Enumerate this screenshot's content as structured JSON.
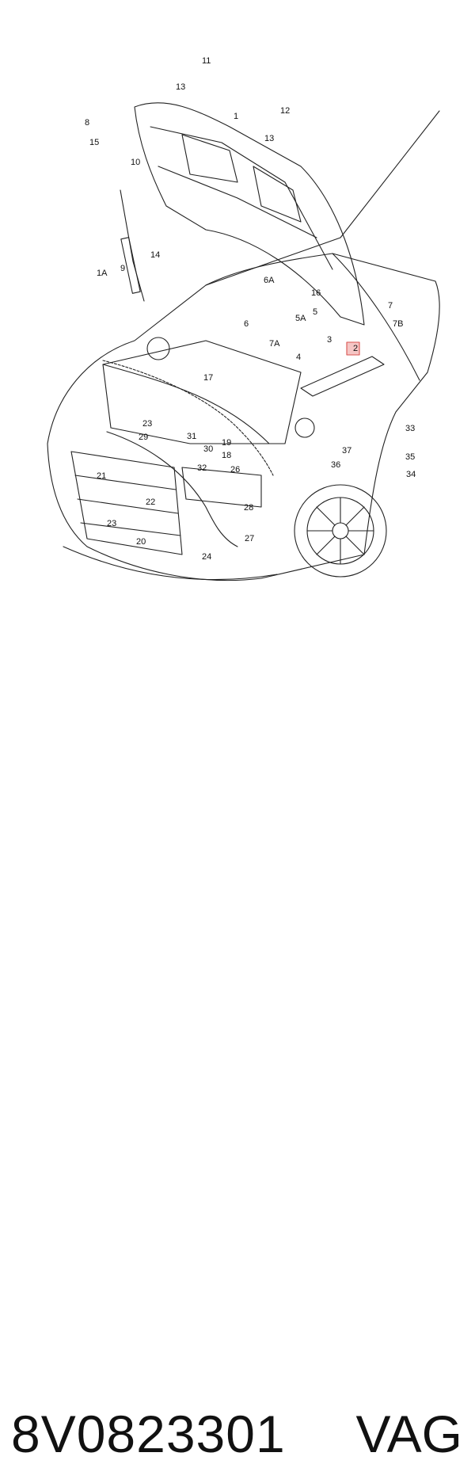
{
  "diagram": {
    "highlight_color": "#d9534f",
    "callouts": [
      "11",
      "13",
      "1",
      "12",
      "13",
      "8",
      "15",
      "10",
      "9",
      "14",
      "1A",
      "6A",
      "16",
      "7",
      "6",
      "5A",
      "5",
      "7B",
      "7A",
      "3",
      "4",
      "2",
      "17",
      "23",
      "33",
      "29",
      "31",
      "30",
      "19",
      "18",
      "37",
      "35",
      "36",
      "34",
      "21",
      "32",
      "26",
      "22",
      "28",
      "23",
      "20",
      "27",
      "24"
    ]
  },
  "footer": {
    "part_number": "8V0823301",
    "brand": "VAG"
  }
}
